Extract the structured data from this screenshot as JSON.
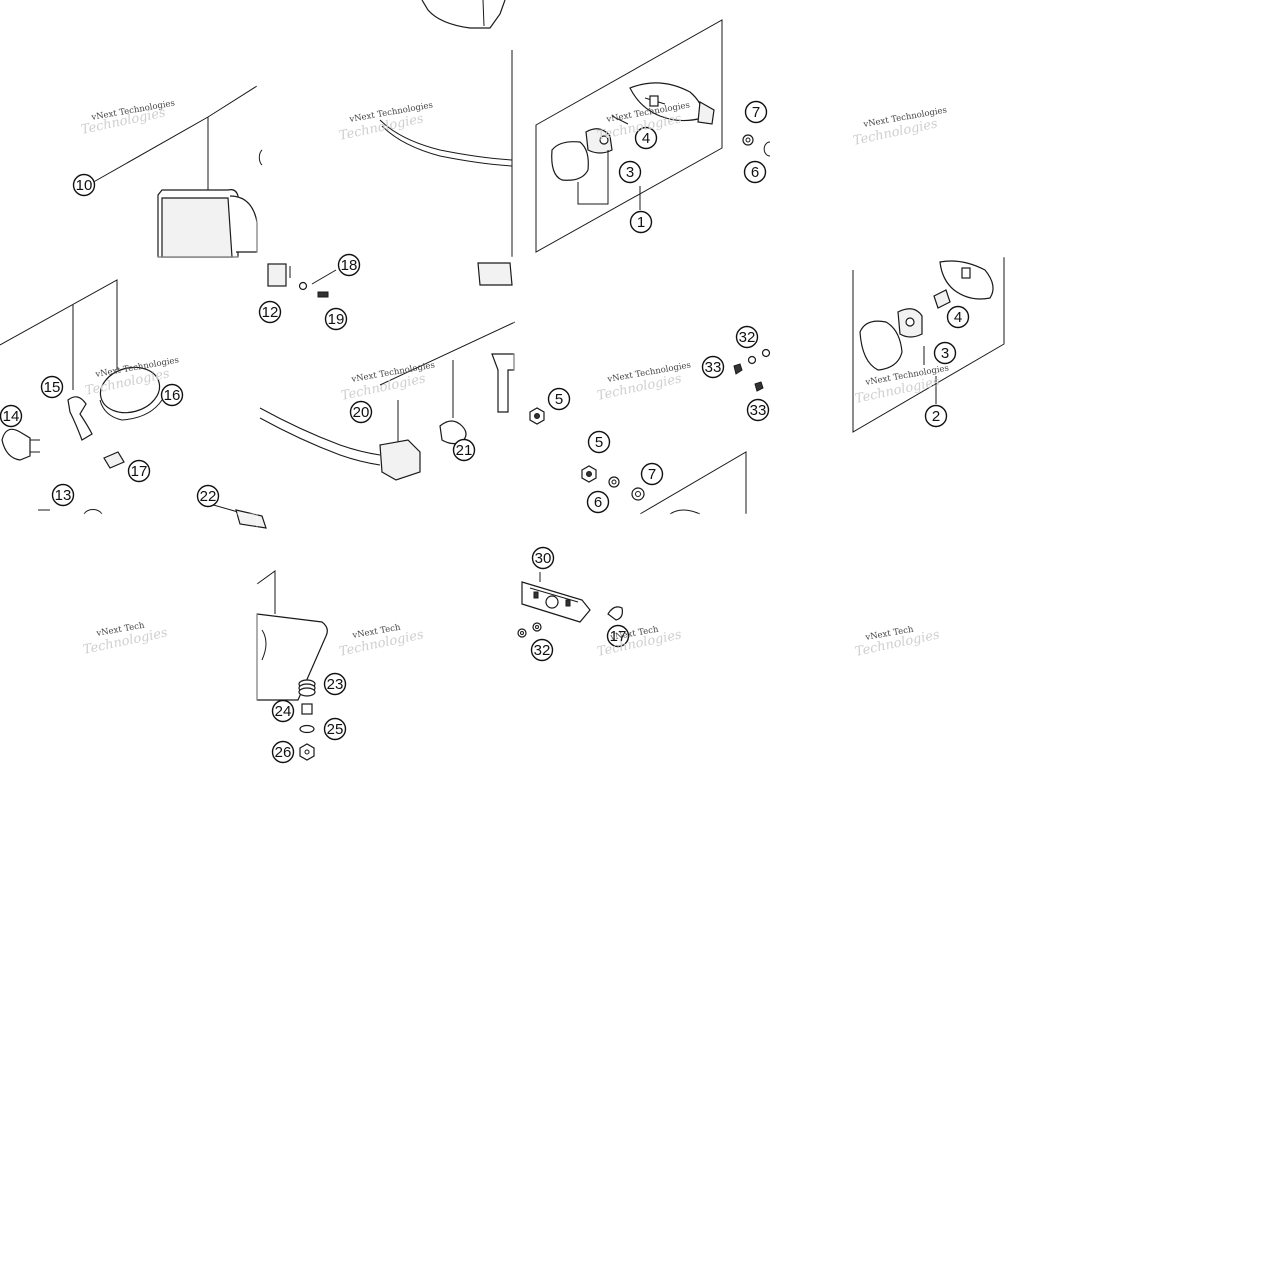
{
  "diagram": {
    "watermark": {
      "line1": "vNext Technologies",
      "line1_short": "vNext Tech",
      "line2": "Technologies"
    },
    "callouts": [
      "10",
      "1",
      "3",
      "4",
      "7",
      "6",
      "18",
      "12",
      "19",
      "4",
      "3",
      "2",
      "15",
      "16",
      "14",
      "17",
      "13",
      "22",
      "20",
      "21",
      "5",
      "32",
      "33",
      "33",
      "5",
      "6",
      "7",
      "30",
      "17",
      "32",
      "23",
      "24",
      "25",
      "26"
    ]
  }
}
